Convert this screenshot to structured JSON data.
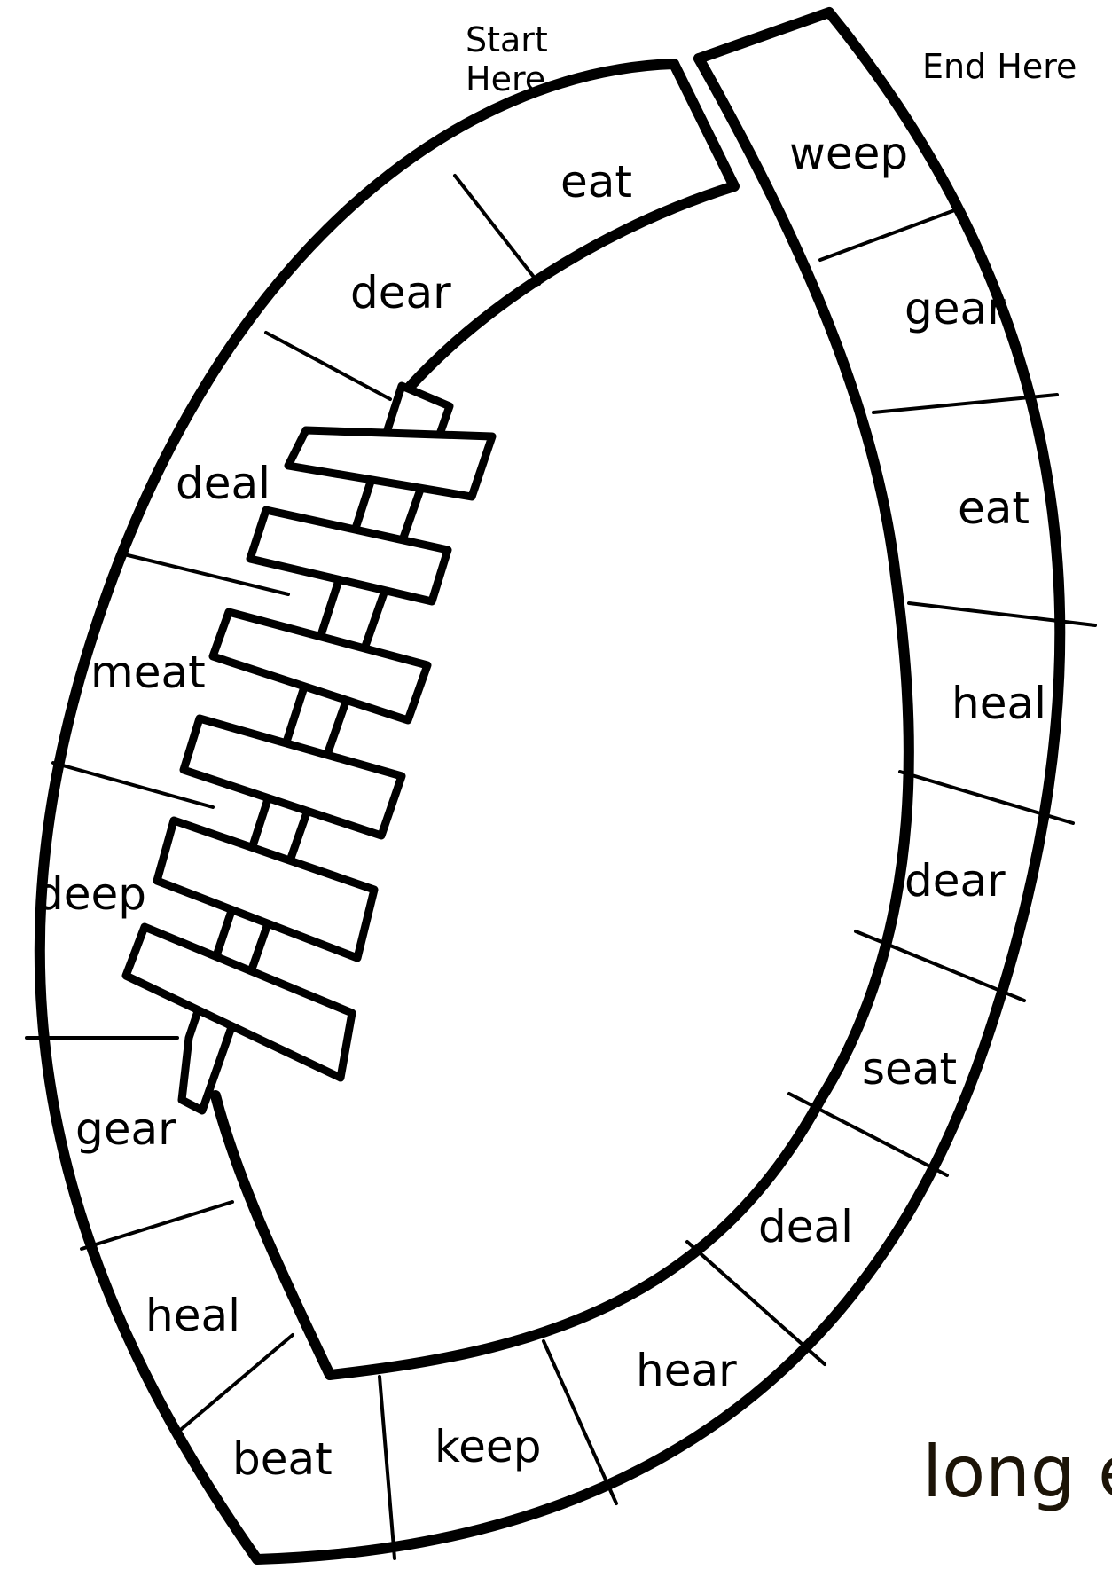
{
  "board": {
    "start_label": [
      "Start",
      "Here"
    ],
    "end_label": "End Here",
    "title": "long e",
    "colors": {
      "ink": "#000000",
      "paper": "#ffffff",
      "title": "#1c1407"
    },
    "spaces": [
      "eat",
      "dear",
      "deal",
      "meat",
      "deep",
      "gear",
      "heal",
      "beat",
      "keep",
      "hear",
      "deal",
      "seat",
      "dear",
      "heal",
      "eat",
      "gear",
      "weep"
    ]
  }
}
